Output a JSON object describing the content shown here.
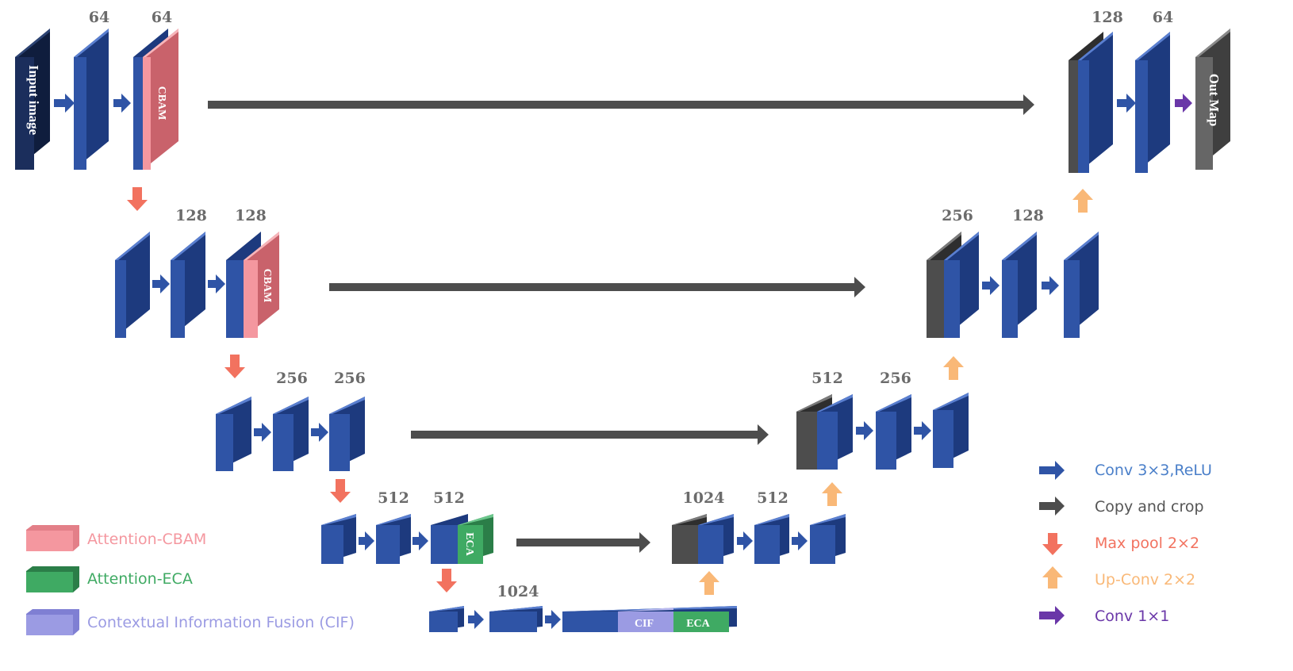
{
  "colors": {
    "conv_blue": "#2f54a6",
    "input_navy": "#1b2e5c",
    "skip_gray": "#4d4d4d",
    "cbam_pink": "#f4979f",
    "eca_green": "#3faa63",
    "cif_lavender": "#9b9be3",
    "maxpool_salmon": "#f2725f",
    "upconv_orange": "#f9b877",
    "conv1x1_purple": "#6a37a8",
    "out_gray": "#666666"
  },
  "blocks": {
    "input_label": "Input image",
    "output_label": "Out Map",
    "cbam_label": "CBAM",
    "eca_label": "ECA",
    "cif_label": "CIF"
  },
  "channels": {
    "enc1_a": "64",
    "enc1_b": "64",
    "enc2_a": "128",
    "enc2_b": "128",
    "enc3_a": "256",
    "enc3_b": "256",
    "enc4_a": "512",
    "enc4_b": "512",
    "bottleneck": "1024",
    "dec4_a": "1024",
    "dec4_b": "512",
    "dec3_a": "512",
    "dec3_b": "256",
    "dec2_a": "256",
    "dec2_b": "128",
    "dec1_a": "128",
    "dec1_b": "64"
  },
  "legend_left": [
    {
      "label": "Attention-CBAM",
      "color": "#f4979f"
    },
    {
      "label": "Attention-ECA",
      "color": "#3faa63"
    },
    {
      "label": "Contextual  Information Fusion (CIF)",
      "color": "#9b9be3"
    }
  ],
  "legend_right": [
    {
      "label": "Conv 3×3,ReLU",
      "color": "#4a7fc9",
      "icon": "arrow-right-blue"
    },
    {
      "label": "Copy and crop",
      "color": "#555555",
      "icon": "arrow-right-gray"
    },
    {
      "label": "Max pool 2×2",
      "color": "#f2725f",
      "icon": "arrow-down-salmon"
    },
    {
      "label": "Up-Conv 2×2",
      "color": "#f9b877",
      "icon": "arrow-up-orange"
    },
    {
      "label": "Conv 1×1",
      "color": "#6a37a8",
      "icon": "arrow-right-purple"
    }
  ]
}
